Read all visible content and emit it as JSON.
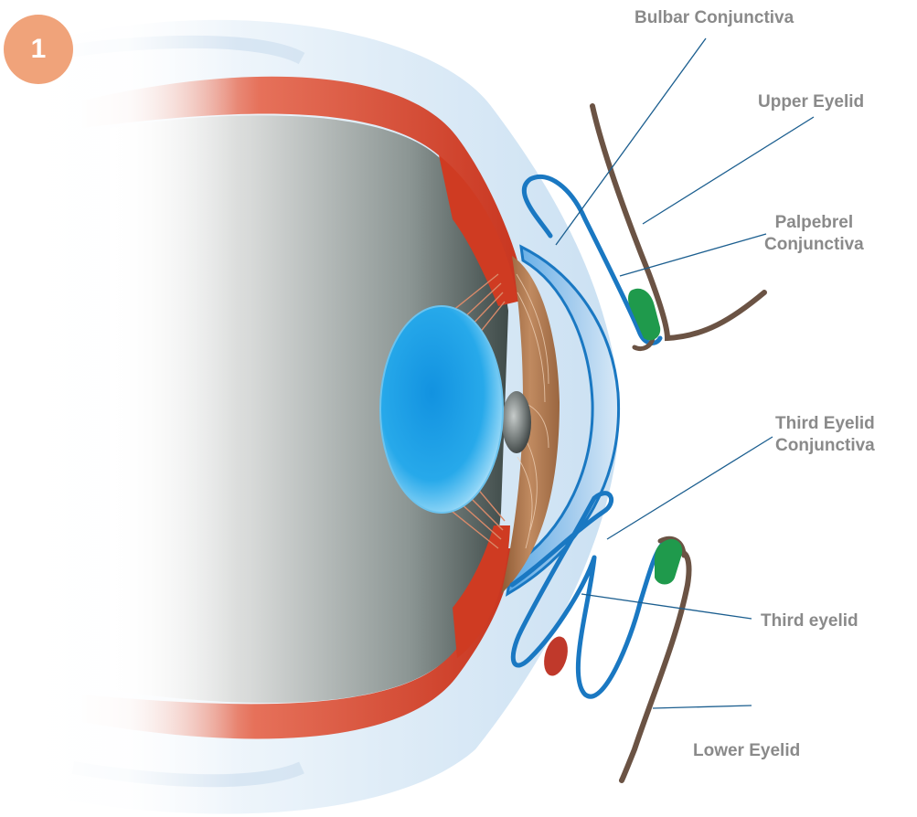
{
  "badge": {
    "number": "1"
  },
  "labels": {
    "bulbar_conjunctiva": "Bulbar Conjunctiva",
    "upper_eyelid": "Upper Eyelid",
    "palpebral_conjunctiva": [
      "Palpebrel",
      "Conjunctiva"
    ],
    "third_eyelid_conjunctiva": [
      "Third Eyelid",
      "Conjunctiva"
    ],
    "third_eyelid": "Third eyelid",
    "lower_eyelid": "Lower Eyelid"
  },
  "colors": {
    "badge": "#f0a37a",
    "label_text": "#8a8a8a",
    "leader_line": "#1b5e8f",
    "conjunctiva": "#1a78c2",
    "eyelid": "#6b5344",
    "gland": "#1f9a4c",
    "sclera_red": "#cc3a22",
    "lens": "#1ea3e6",
    "iris": "#b07a50",
    "cornea": "#a9cdee",
    "vitreous": "#5e6a68"
  }
}
